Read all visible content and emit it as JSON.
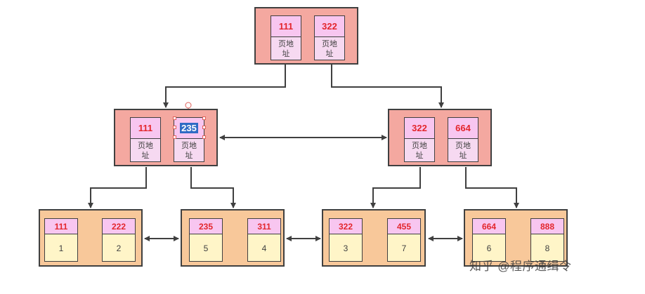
{
  "diagram": {
    "root": {
      "cells": [
        {
          "key": "111",
          "label": "页地址"
        },
        {
          "key": "322",
          "label": "页地址"
        }
      ]
    },
    "internal": [
      {
        "cells": [
          {
            "key": "111",
            "label": "页地址"
          },
          {
            "key": "235",
            "label": "页地址",
            "selected": true
          }
        ]
      },
      {
        "cells": [
          {
            "key": "322",
            "label": "页地址"
          },
          {
            "key": "664",
            "label": "页地址"
          }
        ]
      }
    ],
    "leaves": [
      {
        "keys": [
          "111",
          "222"
        ],
        "values": [
          "1",
          "2"
        ]
      },
      {
        "keys": [
          "235",
          "311"
        ],
        "values": [
          "5",
          "4"
        ]
      },
      {
        "keys": [
          "322",
          "455"
        ],
        "values": [
          "3",
          "7"
        ]
      },
      {
        "keys": [
          "664",
          "888"
        ],
        "values": [
          "6",
          "8"
        ]
      }
    ],
    "colors": {
      "index_node": "#f4a8a0",
      "leaf_node": "#f8c89a",
      "key_bg": "#f8c6f0",
      "key_text": "#e3262c",
      "value_bg": "#fff5c8",
      "line": "#404040"
    }
  },
  "watermark": "知乎 @程序通缉令"
}
